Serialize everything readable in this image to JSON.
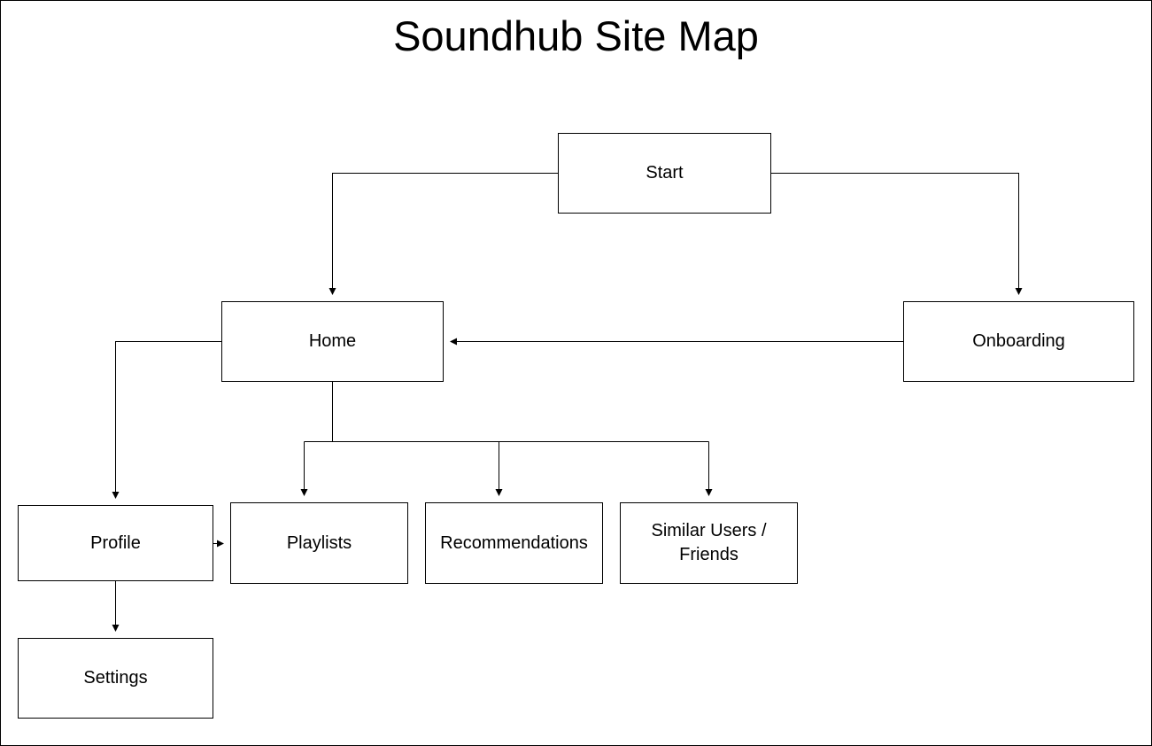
{
  "diagram": {
    "title": "Soundhub Site Map",
    "nodes": {
      "start": "Start",
      "home": "Home",
      "onboarding": "Onboarding",
      "profile": "Profile",
      "playlists": "Playlists",
      "recommendations": "Recommendations",
      "similar_users": "Similar Users / Friends",
      "settings": "Settings"
    },
    "edges": [
      {
        "from": "start",
        "to": "home"
      },
      {
        "from": "start",
        "to": "onboarding"
      },
      {
        "from": "onboarding",
        "to": "home"
      },
      {
        "from": "home",
        "to": "profile"
      },
      {
        "from": "home",
        "to": "playlists"
      },
      {
        "from": "home",
        "to": "recommendations"
      },
      {
        "from": "home",
        "to": "similar_users"
      },
      {
        "from": "profile",
        "to": "playlists"
      },
      {
        "from": "profile",
        "to": "settings"
      }
    ],
    "colors": {
      "line": "#000000",
      "box_border": "#000000",
      "background": "#ffffff"
    }
  }
}
